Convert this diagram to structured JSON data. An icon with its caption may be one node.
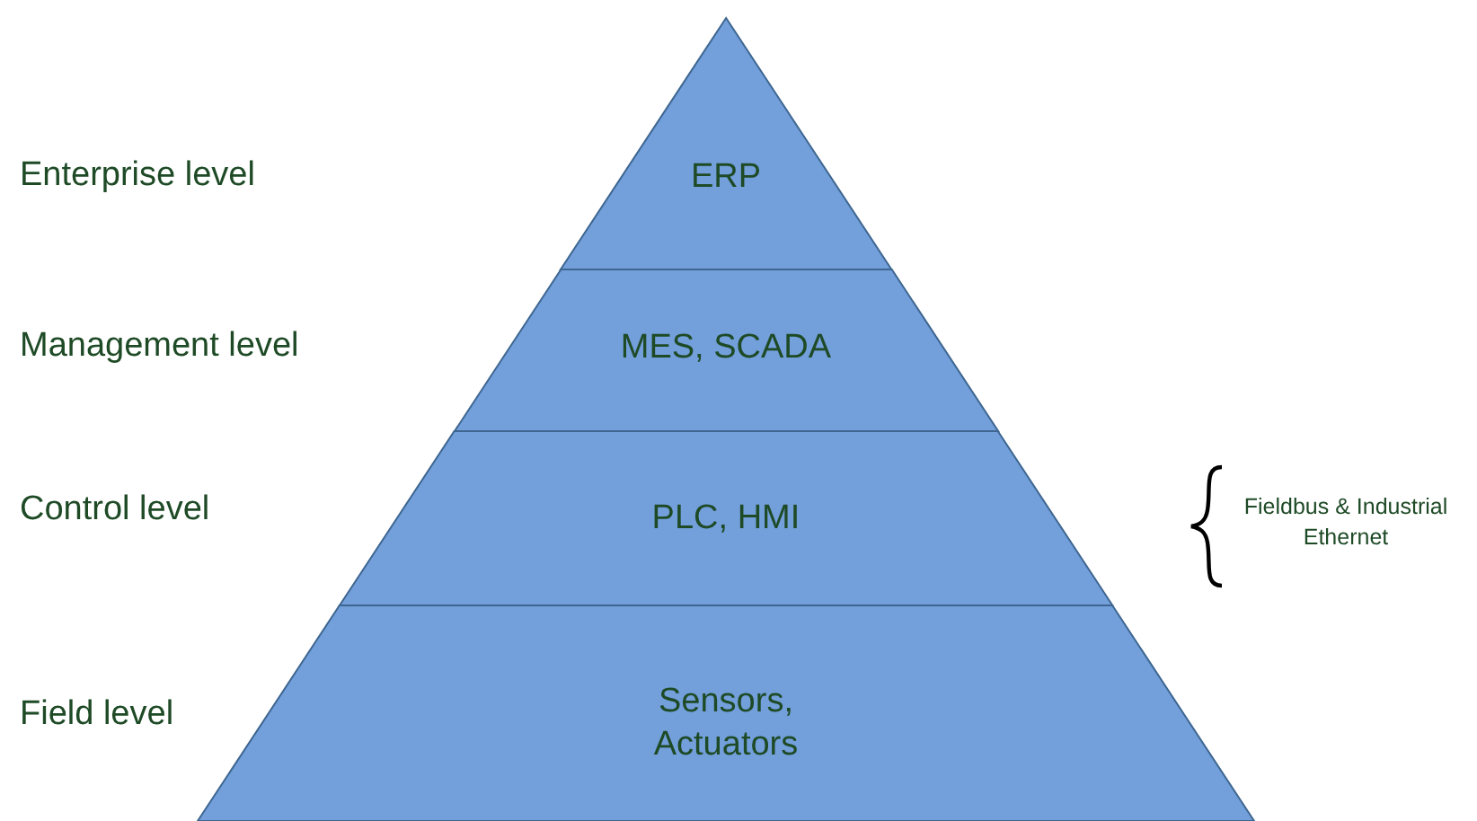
{
  "diagram": {
    "nodes": [
      {
        "text": [
          "ERP"
        ]
      },
      {
        "text": [
          "MES, SCADA"
        ]
      },
      {
        "text": [
          "PLC, HMI"
        ]
      },
      {
        "text": [
          "Sensors, Actuators"
        ]
      }
    ],
    "labels": [
      "Enterprise level",
      "Management level",
      "Control level",
      "Field level",
      "Fieldbus & Industrial Ethernet"
    ]
  }
}
